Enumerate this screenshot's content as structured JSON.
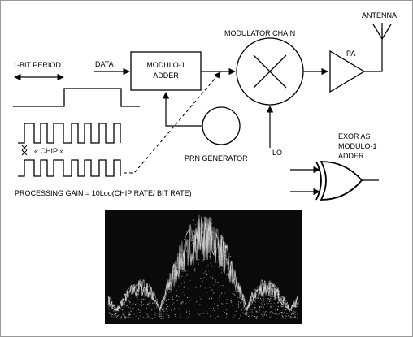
{
  "labels": {
    "bit_period": "1-BIT PERIOD",
    "data": "DATA",
    "adder_line1": "MODULO-1",
    "adder_line2": "ADDER",
    "modulator_chain": "MODULATOR CHAIN",
    "pa": "PA",
    "antenna": "ANTENNA",
    "prn_generator": "PRN GENERATOR",
    "lo": "LO",
    "chip": "« CHIP »",
    "exor_line1": "EXOR AS",
    "exor_line2": "MODULO-1",
    "exor_line3": "ADDER",
    "processing_gain": "PROCESSING GAIN = 10Log(CHIP RATE/ BIT RATE)"
  },
  "colors": {
    "line": "#000000",
    "spectrum_bg": "#0a0a0a",
    "spectrum_trace": "#e8e8e8",
    "frame": "#999999"
  }
}
